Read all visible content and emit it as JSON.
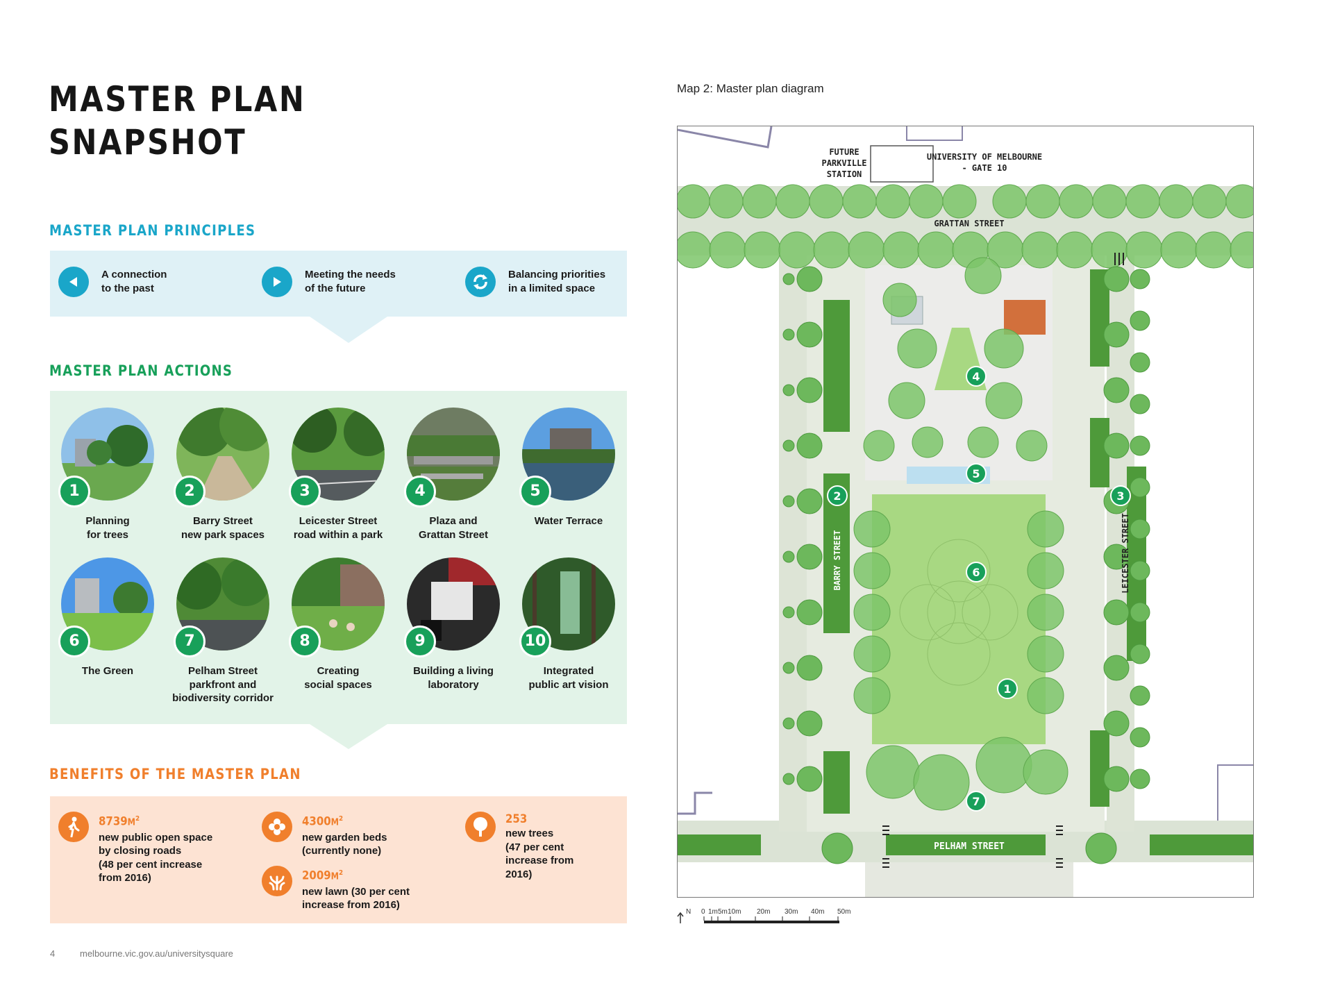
{
  "title_line1": "MASTER PLAN",
  "title_line2": "SNAPSHOT",
  "principles": {
    "heading": "MASTER PLAN PRINCIPLES",
    "items": [
      {
        "label": "A connection\nto the past",
        "icon": "play-left-icon"
      },
      {
        "label": "Meeting the needs\nof the future",
        "icon": "play-right-icon"
      },
      {
        "label": "Balancing priorities\nin a limited space",
        "icon": "refresh-cycle-icon"
      }
    ]
  },
  "actions": {
    "heading": "MASTER PLAN ACTIONS",
    "items": [
      {
        "number": "1",
        "label": "Planning\nfor trees"
      },
      {
        "number": "2",
        "label": "Barry Street\nnew park spaces"
      },
      {
        "number": "3",
        "label": "Leicester Street\nroad within a park"
      },
      {
        "number": "4",
        "label": "Plaza and\nGrattan Street"
      },
      {
        "number": "5",
        "label": "Water Terrace"
      },
      {
        "number": "6",
        "label": "The Green"
      },
      {
        "number": "7",
        "label": "Pelham Street\nparkfront and\nbiodiversity corridor"
      },
      {
        "number": "8",
        "label": "Creating\nsocial spaces"
      },
      {
        "number": "9",
        "label": "Building a living\nlaboratory"
      },
      {
        "number": "10",
        "label": "Integrated\npublic art vision"
      }
    ]
  },
  "benefits": {
    "heading": "BENEFITS OF THE MASTER PLAN",
    "items": [
      {
        "value": "8739",
        "unit": "M",
        "sup": "2",
        "desc": "new public open space\nby closing roads\n(48 per cent increase\nfrom 2016)",
        "icon": "pedestrian-icon"
      },
      {
        "value": "4300",
        "unit": "M",
        "sup": "2",
        "desc": "new garden beds\n(currently none)",
        "icon": "flower-icon"
      },
      {
        "value": "2009",
        "unit": "M",
        "sup": "2",
        "desc": "new lawn (30 per cent\nincrease from 2016)",
        "icon": "grass-icon"
      },
      {
        "value": "253",
        "unit": "",
        "sup": "",
        "desc": "new trees\n(47 per cent\nincrease from\n2016)",
        "icon": "tree-icon"
      }
    ]
  },
  "footer": {
    "page_number": "4",
    "url": "melbourne.vic.gov.au/universitysquare"
  },
  "map": {
    "caption": "Map 2: Master plan diagram",
    "labels": {
      "future_station_1": "FUTURE",
      "future_station_2": "PARKVILLE",
      "future_station_3": "STATION",
      "uni_gate_1": "UNIVERSITY OF MELBOURNE",
      "uni_gate_2": "- GATE 10",
      "grattan": "GRATTAN STREET",
      "barry": "BARRY STREET",
      "leicester": "LEICESTER STREET",
      "pelham": "PELHAM STREET"
    },
    "markers": [
      "1",
      "2",
      "3",
      "4",
      "5",
      "6",
      "7"
    ],
    "scale": {
      "north": "N",
      "ticks": [
        "0",
        "1m",
        "5m",
        "10m",
        "20m",
        "30m",
        "40m",
        "50m"
      ]
    }
  },
  "colors": {
    "title": "#161616",
    "principles_accent": "#1aa6c9",
    "actions_accent": "#18a05a",
    "benefits_accent": "#f07f2c",
    "lawn": "#a8d882",
    "tree": "#7cc66a"
  }
}
